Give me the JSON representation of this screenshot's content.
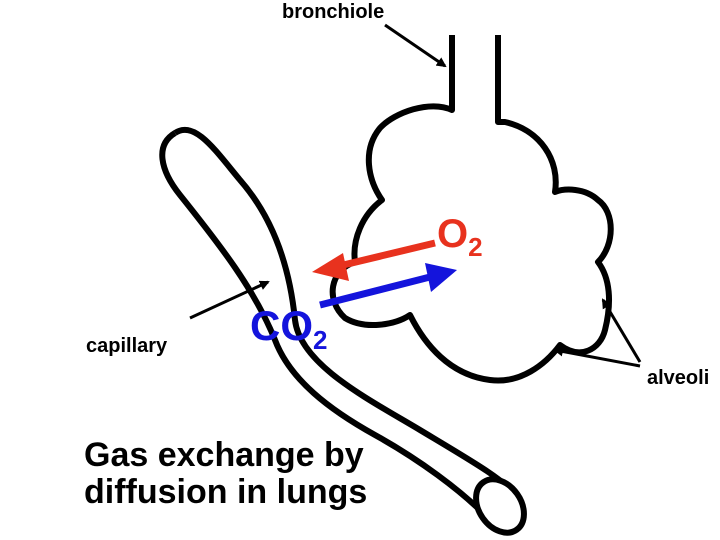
{
  "labels": {
    "bronchiole": "bronchiole",
    "capillary": "capillary",
    "alveoli": "alveoli"
  },
  "gases": {
    "oxygen": {
      "symbol": "O",
      "subscript": "2",
      "color": "#e8321e"
    },
    "carbon_dioxide": {
      "symbol": "CO",
      "subscript": "2",
      "color": "#1414dc"
    }
  },
  "title": {
    "line1": "Gas exchange by",
    "line2": "diffusion in lungs"
  },
  "colors": {
    "outline": "#000000",
    "background": "#ffffff"
  }
}
